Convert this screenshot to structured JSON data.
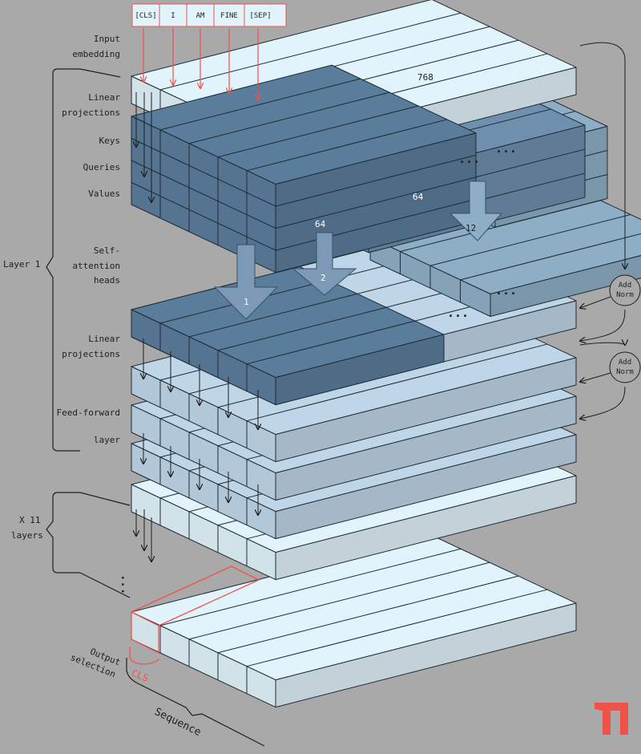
{
  "tokens": [
    "[CLS]",
    "I",
    "AM",
    "FINE",
    "[SEP]"
  ],
  "labels": {
    "input_embedding": [
      "Input",
      "embedding"
    ],
    "linear_projections_1": [
      "Linear",
      "projections"
    ],
    "keys": "Keys",
    "queries": "Queries",
    "values": "Values",
    "self_attention_heads": [
      "Self-",
      "attention",
      "heads"
    ],
    "linear_projections_2": [
      "Linear",
      "projections"
    ],
    "feed_forward": [
      "Feed-forward",
      "layer"
    ],
    "layer_1": "Layer 1",
    "x11_layers": [
      "X 11",
      "layers"
    ],
    "output_selection": [
      "Output",
      "selection"
    ],
    "cls": "CLS",
    "sequence": "Sequence",
    "add_norm": [
      "Add",
      "Norm"
    ]
  },
  "dims": {
    "embedding": "768",
    "head_dim_front": "64",
    "head_dim_back": "64"
  },
  "heads": [
    "1",
    "2",
    "12"
  ],
  "ellipsis": "...",
  "colors": {
    "background": "#a9a9a9",
    "slab_light": "#e1f4fb",
    "slab_pale": "#bfd6e8",
    "slab_mid": "#8eaec6",
    "slab_dark": "#5b7d9c",
    "accent_red": "#f0524a",
    "ink": "#1e1e1e"
  }
}
